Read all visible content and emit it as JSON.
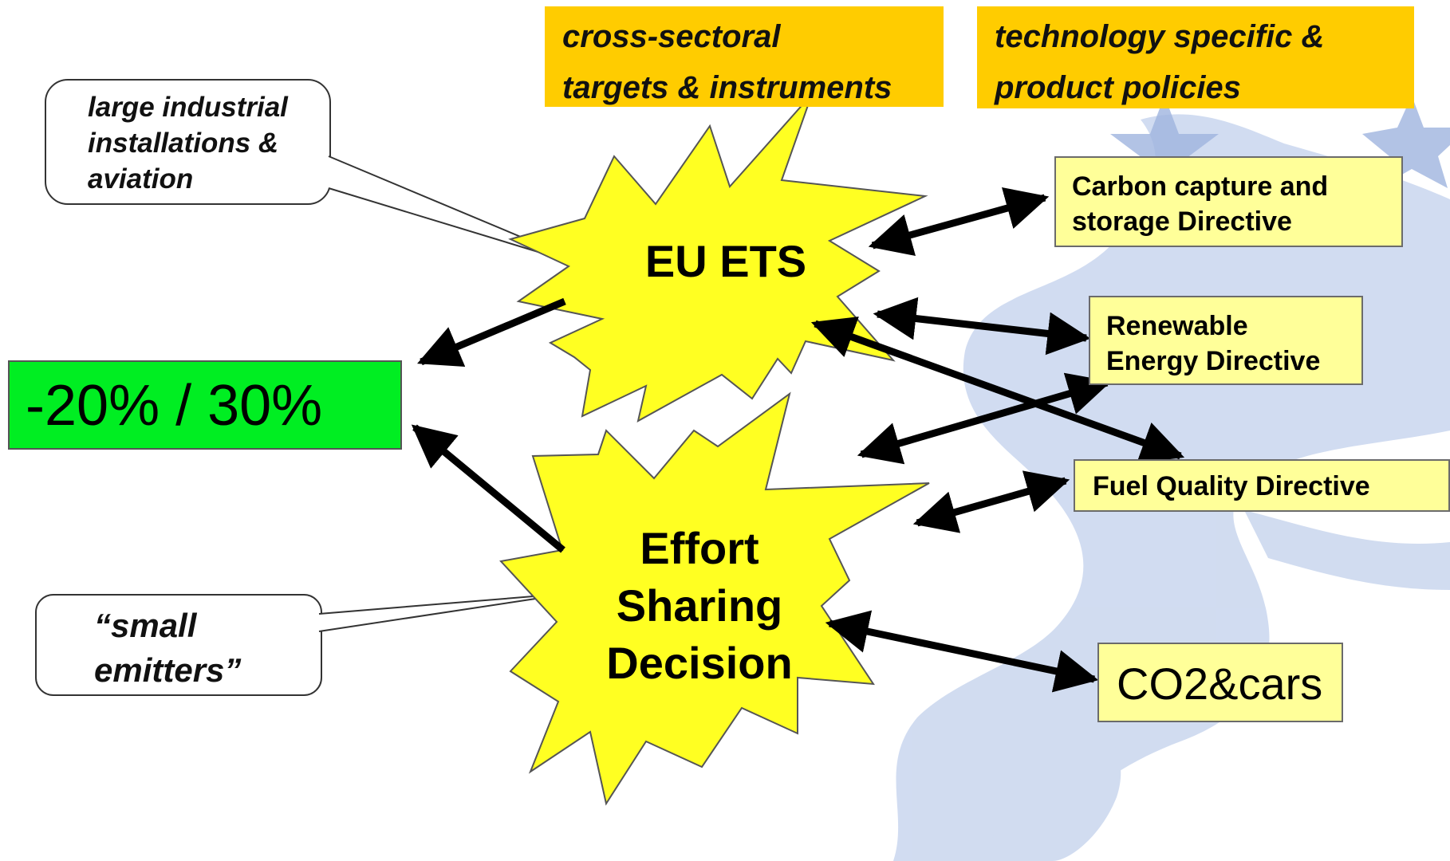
{
  "headers": {
    "cross_sectoral": [
      "cross-sectoral",
      "targets & instruments"
    ],
    "technology_specific": [
      "technology specific &",
      "product policies"
    ]
  },
  "center": {
    "eu_ets": "EU ETS",
    "effort_sharing": [
      "Effort",
      "Sharing",
      "Decision"
    ]
  },
  "target_box": "-20% / 30%",
  "callouts": {
    "large_installations": [
      "large industrial",
      "installations &",
      "aviation"
    ],
    "small_emitters": [
      "“small",
      "emitters”"
    ]
  },
  "policies": {
    "ccs": [
      "Carbon capture and",
      "storage Directive"
    ],
    "renewable": [
      "Renewable",
      "Energy Directive"
    ],
    "fuel_quality": "Fuel Quality Directive",
    "co2_cars": "CO2&cars"
  },
  "colors": {
    "header_fill": "#FFCC00",
    "policy_fill": "#FFFF99",
    "burst_fill": "#FFFF22",
    "target_fill": "#00EE22",
    "background_map": "#C9D6EE"
  }
}
